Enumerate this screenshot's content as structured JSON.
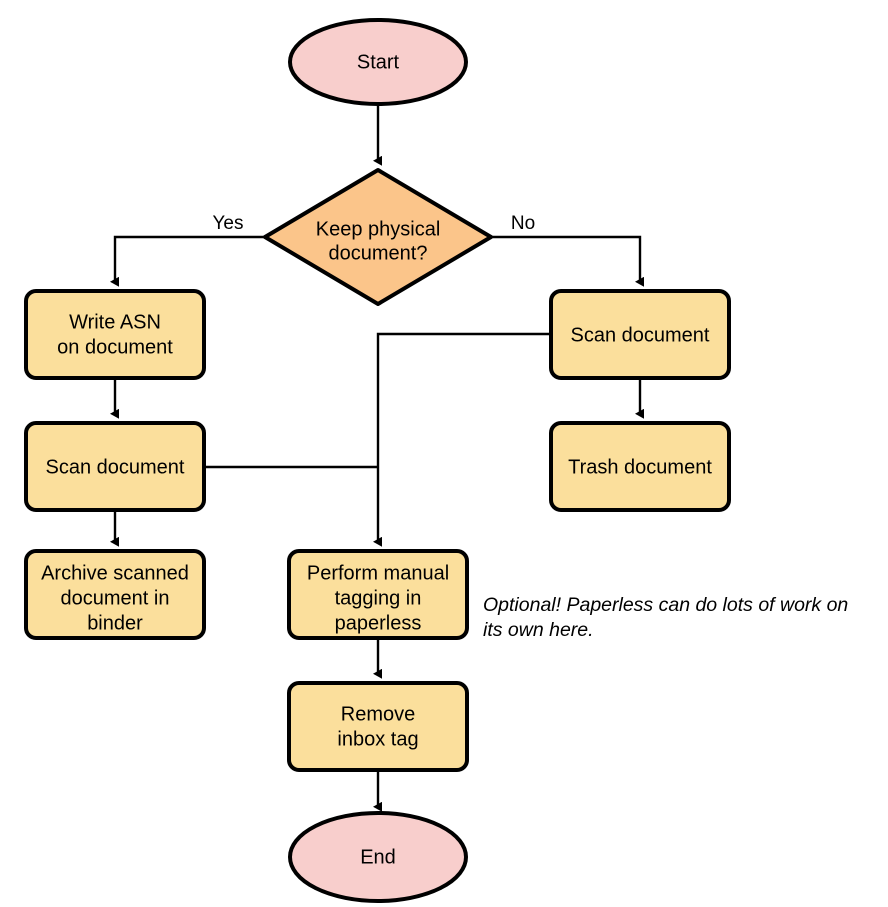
{
  "diagram": {
    "type": "flowchart",
    "orientation": "top-to-bottom",
    "background_color": "#ffffff",
    "colors": {
      "terminator_fill": "#f8cecc",
      "process_fill": "#fbdf9c",
      "decision_fill": "#fbc58a",
      "stroke": "#000000",
      "text": "#000000"
    }
  },
  "nodes": {
    "start": {
      "label": "Start",
      "shape": "ellipse",
      "fill": "#f8cecc"
    },
    "decision": {
      "shape": "diamond",
      "fill": "#fbc58a",
      "line1": "Keep physical",
      "line2": "document?"
    },
    "write_asn": {
      "shape": "rounded-rect",
      "fill": "#fbdf9c",
      "line1": "Write ASN",
      "line2": "on document"
    },
    "scan_left": {
      "shape": "rounded-rect",
      "fill": "#fbdf9c",
      "line1": "Scan document"
    },
    "archive": {
      "shape": "rounded-rect",
      "fill": "#fbdf9c",
      "line1": "Archive scanned",
      "line2": "document in",
      "line3": "binder"
    },
    "scan_right": {
      "shape": "rounded-rect",
      "fill": "#fbdf9c",
      "line1": "Scan document"
    },
    "trash": {
      "shape": "rounded-rect",
      "fill": "#fbdf9c",
      "line1": "Trash document"
    },
    "manual_tagging": {
      "shape": "rounded-rect",
      "fill": "#fbdf9c",
      "line1": "Perform manual",
      "line2": "tagging in",
      "line3": "paperless"
    },
    "remove_inbox": {
      "shape": "rounded-rect",
      "fill": "#fbdf9c",
      "line1": "Remove",
      "line2": "inbox tag"
    },
    "end": {
      "label": "End",
      "shape": "ellipse",
      "fill": "#f8cecc"
    }
  },
  "edge_labels": {
    "yes": "Yes",
    "no": "No"
  },
  "annotations": {
    "optional_note_line1": "Optional! Paperless can do lots of work on",
    "optional_note_line2": "its own here."
  },
  "edges": [
    {
      "from": "start",
      "to": "decision",
      "label": ""
    },
    {
      "from": "decision",
      "to": "write_asn",
      "label": "Yes"
    },
    {
      "from": "decision",
      "to": "scan_right",
      "label": "No"
    },
    {
      "from": "write_asn",
      "to": "scan_left",
      "label": ""
    },
    {
      "from": "scan_left",
      "to": "archive",
      "label": ""
    },
    {
      "from": "scan_left",
      "to": "manual_tagging",
      "label": ""
    },
    {
      "from": "scan_right",
      "to": "trash",
      "label": ""
    },
    {
      "from": "scan_right",
      "to": "manual_tagging",
      "label": ""
    },
    {
      "from": "manual_tagging",
      "to": "remove_inbox",
      "label": ""
    },
    {
      "from": "remove_inbox",
      "to": "end",
      "label": ""
    }
  ]
}
